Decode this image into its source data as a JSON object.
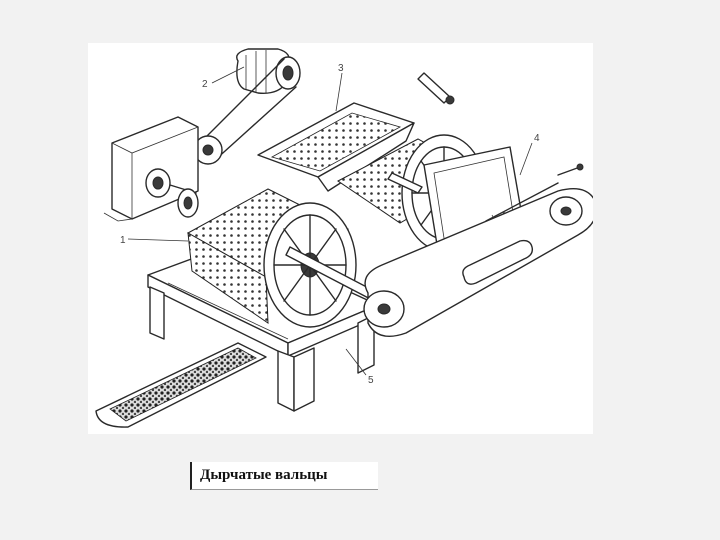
{
  "caption": "Дырчатые вальцы",
  "figure": {
    "callouts": [
      "1",
      "2",
      "3",
      "4",
      "5"
    ],
    "drum_icon": "perforated-drum-icon"
  }
}
